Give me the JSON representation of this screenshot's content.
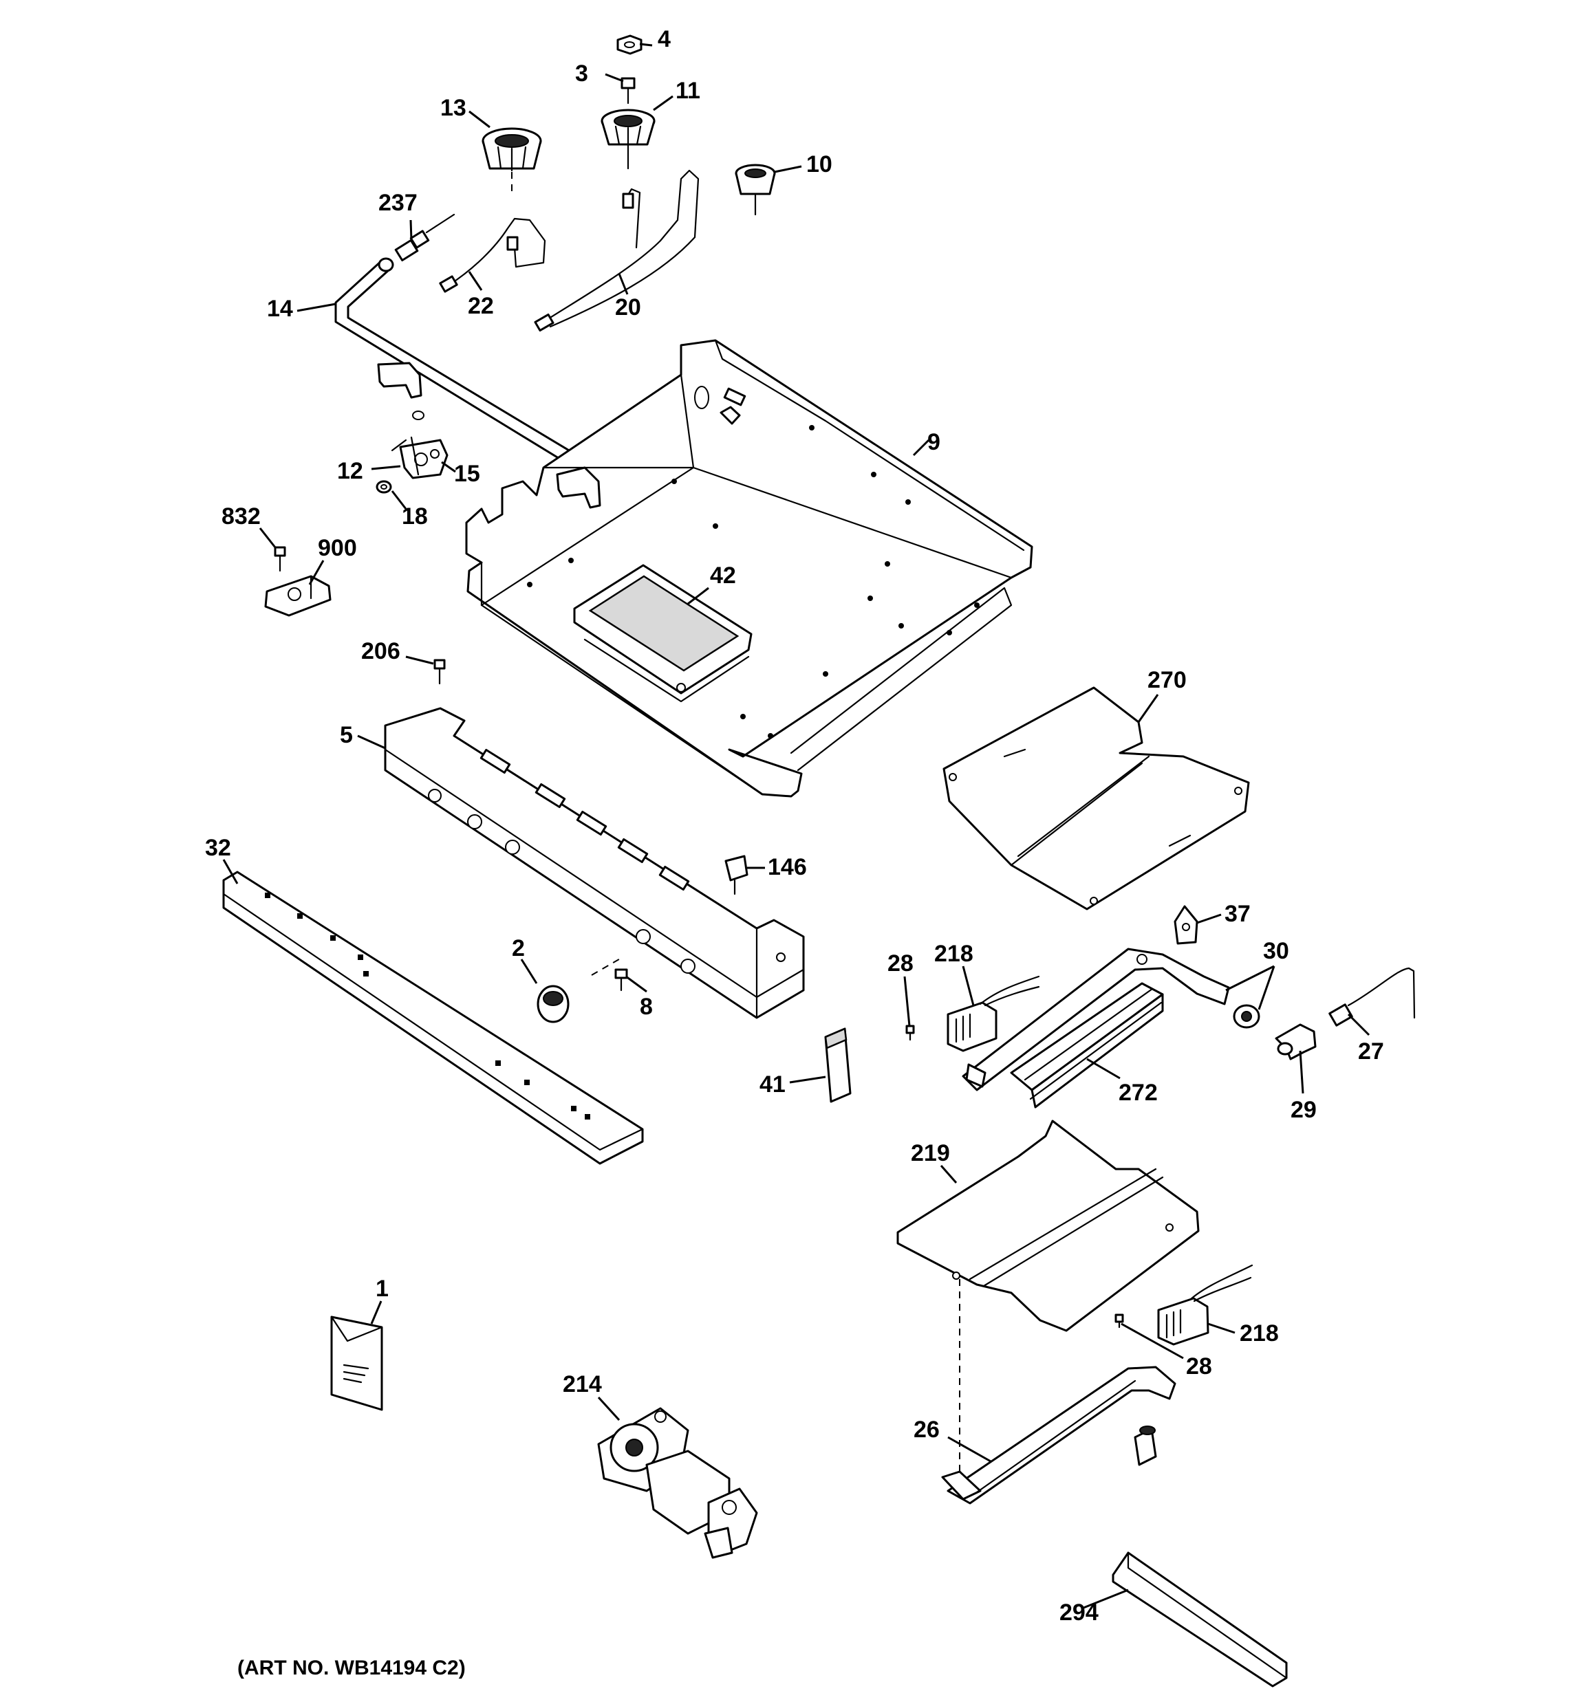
{
  "callouts": {
    "c4": "4",
    "c3": "3",
    "c11": "11",
    "c13": "13",
    "c10": "10",
    "c237": "237",
    "c22": "22",
    "c20": "20",
    "c14": "14",
    "c9": "9",
    "c12": "12",
    "c15": "15",
    "c18": "18",
    "c832": "832",
    "c900": "900",
    "c42": "42",
    "c206": "206",
    "c270": "270",
    "c5": "5",
    "c32": "32",
    "c146": "146",
    "c2": "2",
    "c8": "8",
    "c37": "37",
    "c30": "30",
    "c218a": "218",
    "c28a": "28",
    "c27": "27",
    "c272": "272",
    "c41": "41",
    "c29": "29",
    "c219": "219",
    "c1": "1",
    "c218b": "218",
    "c28b": "28",
    "c214": "214",
    "c26": "26",
    "c294": "294"
  },
  "art_number": "(ART NO. WB14194 C2)"
}
